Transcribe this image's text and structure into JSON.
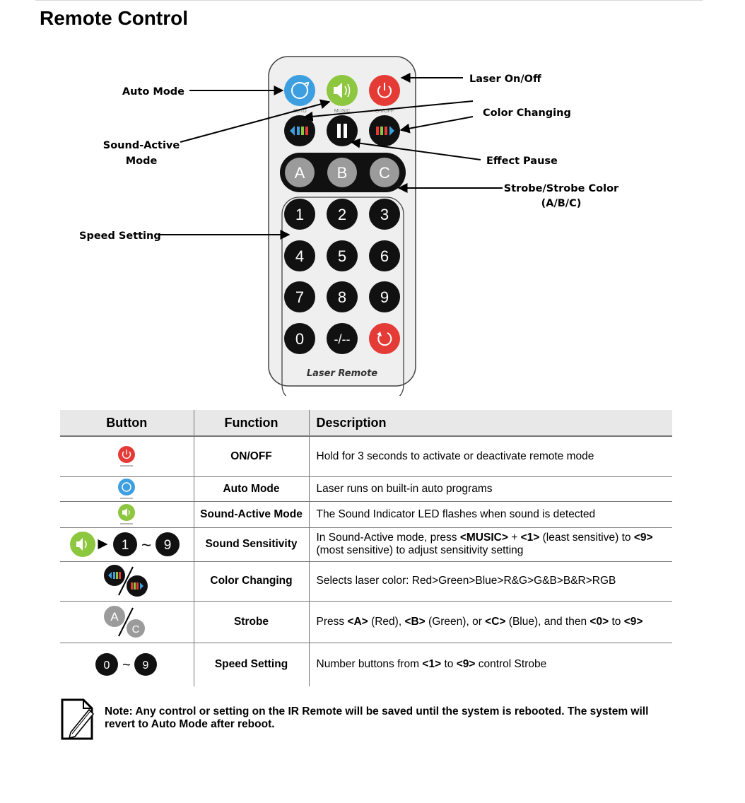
{
  "title": "Remote Control",
  "diagram": {
    "callouts": {
      "auto_mode": "Auto Mode",
      "sound_active_1": "Sound-Active",
      "sound_active_2": "Mode",
      "speed_setting": "Speed Setting",
      "laser_on_off": "Laser On/Off",
      "color_changing": "Color Changing",
      "effect_pause": "Effect Pause",
      "strobe_color_1": "Strobe/Strobe Color",
      "strobe_color_2": "(A/B/C)"
    },
    "remote": {
      "label": "Laser Remote",
      "tiny_auto": "AUTO",
      "tiny_music": "MUSIC",
      "tiny_onoff": "ON/OFF",
      "letters": [
        "A",
        "B",
        "C"
      ],
      "numbers": [
        "1",
        "2",
        "3",
        "4",
        "5",
        "6",
        "7",
        "8",
        "9",
        "0"
      ],
      "dash": "-/--"
    },
    "colors": {
      "auto_blue": "#3e9fe0",
      "music_green": "#8dc63f",
      "power_red": "#e53b36",
      "button_black": "#111111",
      "letter_gray": "#9b9b9b",
      "remote_body": "#efefef"
    }
  },
  "table": {
    "headers": [
      "Button",
      "Function",
      "Description"
    ],
    "rows": [
      {
        "icon": "power-button-icon",
        "function": "ON/OFF",
        "desc": [
          {
            "t": "Hold for 3 seconds to activate or deactivate remote mode"
          }
        ]
      },
      {
        "icon": "auto-mode-button-icon",
        "function": "Auto Mode",
        "desc": [
          {
            "t": "Laser runs on built-in auto programs"
          }
        ]
      },
      {
        "icon": "music-button-icon",
        "function": "Sound-Active Mode",
        "desc": [
          {
            "t": "The Sound Indicator LED flashes when sound is detected"
          }
        ]
      },
      {
        "icon": "sound-sensitivity-sequence-icon",
        "icon_text": [
          "1",
          "~",
          "9"
        ],
        "function": "Sound Sensitivity",
        "desc": [
          {
            "t": "In Sound-Active mode, press "
          },
          {
            "t": "<MUSIC>",
            "b": true
          },
          {
            "t": " + "
          },
          {
            "t": "<1>",
            "b": true
          },
          {
            "t": " (least sensitive) to "
          },
          {
            "t": "<9>",
            "b": true
          },
          {
            "t": " (most sensitive) to adjust sensitivity setting"
          }
        ]
      },
      {
        "icon": "color-change-buttons-icon",
        "function": "Color Changing",
        "desc": [
          {
            "t": "Selects laser color: Red>Green>Blue>R&G>G&B>B&R>RGB"
          }
        ]
      },
      {
        "icon": "strobe-buttons-icon",
        "icon_text": [
          "A",
          "C"
        ],
        "function": "Strobe",
        "desc": [
          {
            "t": "Press "
          },
          {
            "t": "<A>",
            "b": true
          },
          {
            "t": " (Red), "
          },
          {
            "t": "<B>",
            "b": true
          },
          {
            "t": " (Green), or "
          },
          {
            "t": "<C>",
            "b": true
          },
          {
            "t": " (Blue), and then "
          },
          {
            "t": "<0>",
            "b": true
          },
          {
            "t": " to "
          },
          {
            "t": "<9>",
            "b": true
          }
        ]
      },
      {
        "icon": "number-range-icon",
        "icon_text": [
          "0",
          "~",
          "9"
        ],
        "function": "Speed Setting",
        "desc": [
          {
            "t": "Number buttons from "
          },
          {
            "t": "<1>",
            "b": true
          },
          {
            "t": " to "
          },
          {
            "t": "<9>",
            "b": true
          },
          {
            "t": " control Strobe"
          }
        ]
      }
    ]
  },
  "note": "Note: Any control or setting on the IR Remote will be saved until the system is rebooted. The system will revert to Auto Mode after reboot."
}
